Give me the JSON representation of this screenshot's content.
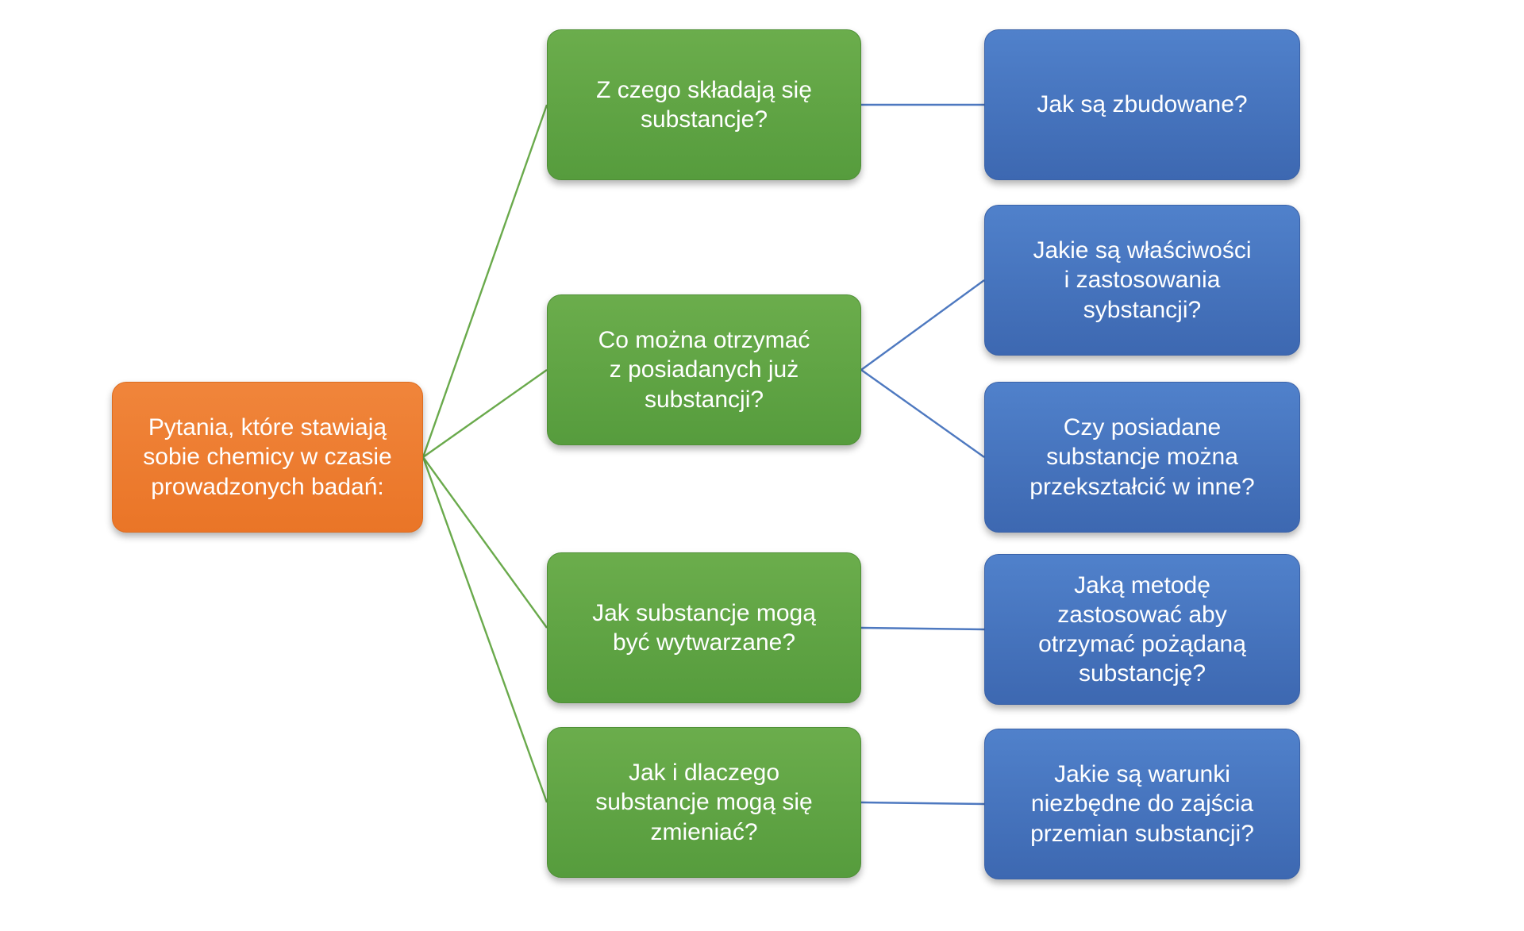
{
  "diagram": {
    "root": {
      "id": "root",
      "label": "Pytania, które stawiają\nsobie chemicy w czasie\nprowadzonych badań:"
    },
    "level1": [
      {
        "id": "q1",
        "label": "Z czego składają się\nsubstancje?"
      },
      {
        "id": "q2",
        "label": "Co można otrzymać\nz posiadanych już\nsubstancji?"
      },
      {
        "id": "q3",
        "label": "Jak substancje mogą\nbyć wytwarzane?"
      },
      {
        "id": "q4",
        "label": "Jak i dlaczego\nsubstancje mogą się\nzmieniać?"
      }
    ],
    "level2": [
      {
        "id": "a1",
        "label": "Jak są zbudowane?"
      },
      {
        "id": "a2",
        "label": "Jakie są właściwości\ni zastosowania\nsybstancji?"
      },
      {
        "id": "a3",
        "label": "Czy posiadane\nsubstancje można\nprzekształcić w inne?"
      },
      {
        "id": "a4",
        "label": "Jaką metodę\nzastosować aby\notrzymać pożądaną\nsubstancję?"
      },
      {
        "id": "a5",
        "label": "Jakie są warunki\nniezbędne do zajścia\nprzemian substancji?"
      }
    ],
    "edges": [
      {
        "from": "root",
        "to": "q1",
        "color": "connector_green"
      },
      {
        "from": "root",
        "to": "q2",
        "color": "connector_green"
      },
      {
        "from": "root",
        "to": "q3",
        "color": "connector_green"
      },
      {
        "from": "root",
        "to": "q4",
        "color": "connector_green"
      },
      {
        "from": "q1",
        "to": "a1",
        "color": "connector_blue"
      },
      {
        "from": "q2",
        "to": "a2",
        "color": "connector_blue"
      },
      {
        "from": "q2",
        "to": "a3",
        "color": "connector_blue"
      },
      {
        "from": "q3",
        "to": "a4",
        "color": "connector_blue"
      },
      {
        "from": "q4",
        "to": "a5",
        "color": "connector_blue"
      }
    ],
    "colors": {
      "root_fill": "#ED7D31",
      "level1_fill": "#61A445",
      "level2_fill": "#4674BE",
      "connector_green": "#6AAA4C",
      "connector_blue": "#4E79C0",
      "text": "#FFFFFF",
      "background": "#FFFFFF"
    }
  }
}
